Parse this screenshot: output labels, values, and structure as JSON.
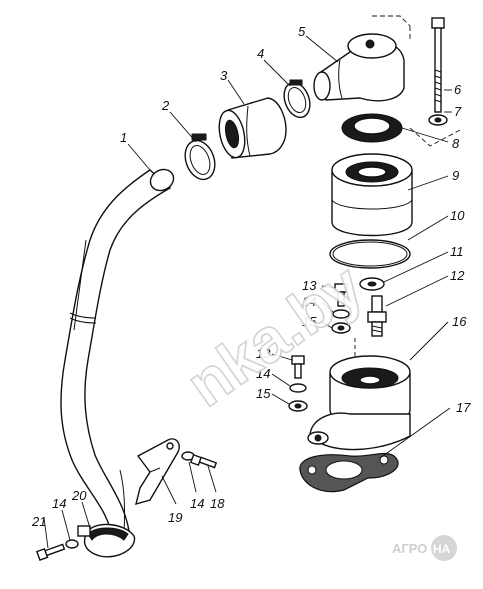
{
  "labels": {
    "l1": "1",
    "l2": "2",
    "l3": "3",
    "l4": "4",
    "l5": "5",
    "l6": "6",
    "l7": "7",
    "l8": "8",
    "l9": "9",
    "l10": "10",
    "l11": "11",
    "l12": "12",
    "l13a": "13",
    "l14a": "14",
    "l15a": "15",
    "l16": "16",
    "l13b": "13",
    "l14b": "14",
    "l15b": "15",
    "l17": "17",
    "l19": "19",
    "l14c": "14",
    "l18": "18",
    "l21": "21",
    "l14d": "14",
    "l20": "20"
  },
  "watermark": {
    "text": "nka.by"
  },
  "logo": {
    "text_left": "АГРО",
    "text_right": "НА"
  },
  "colors": {
    "ink": "#111111",
    "watermark": "#d9d9d9",
    "logo_grey": "#cfcfcf"
  }
}
